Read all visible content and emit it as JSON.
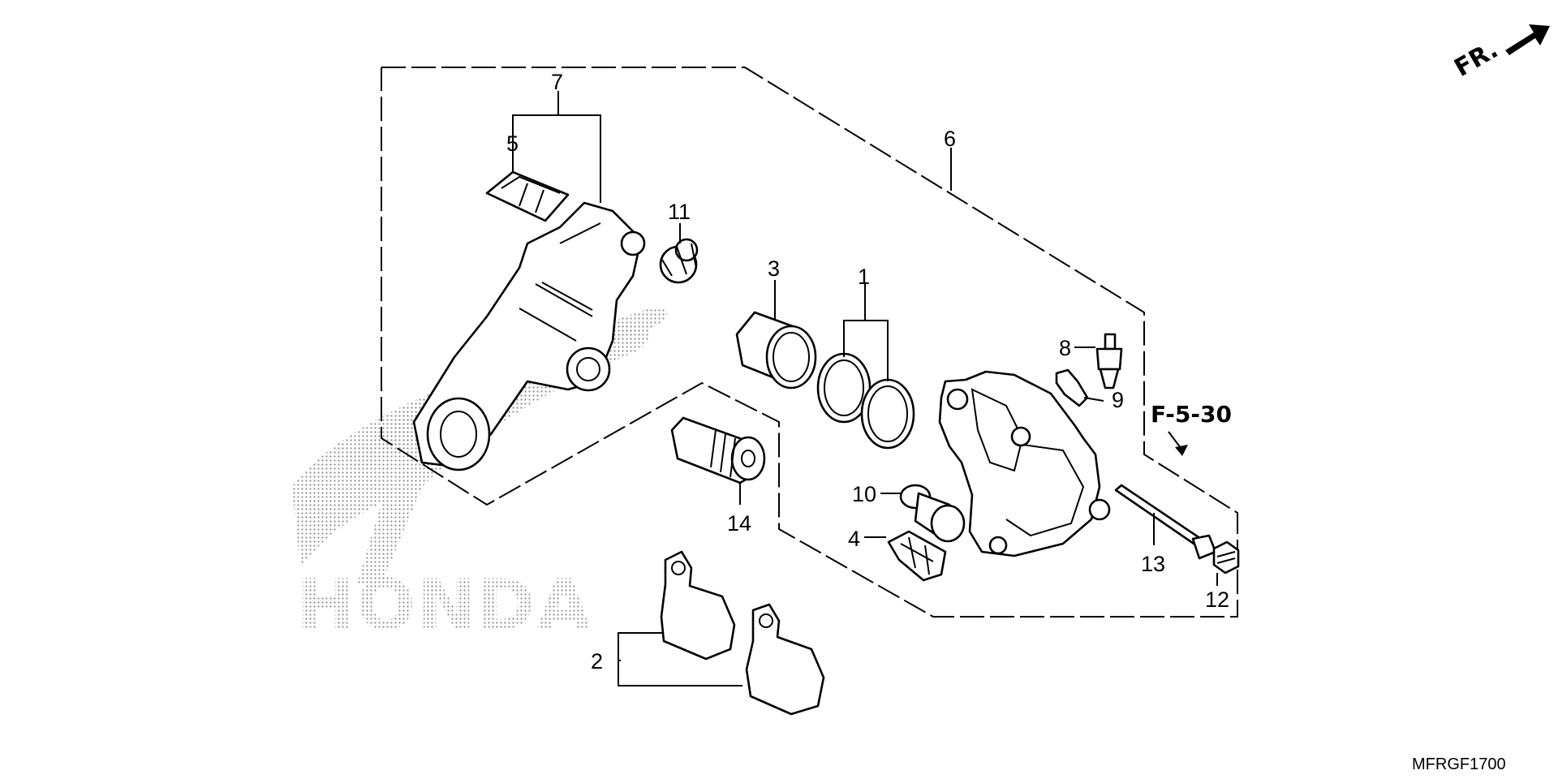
{
  "watermark": {
    "text": "HONDA",
    "color": "#9a9a9a"
  },
  "direction": {
    "text": "FR."
  },
  "reference": {
    "text": "F-5-30"
  },
  "diagram_code": "MFRGF1700",
  "callouts": {
    "c1": "1",
    "c2": "2",
    "c3": "3",
    "c4": "4",
    "c5": "5",
    "c6": "6",
    "c7": "7",
    "c8": "8",
    "c9": "9",
    "c10": "10",
    "c11": "11",
    "c12": "12",
    "c13": "13",
    "c14": "14"
  }
}
